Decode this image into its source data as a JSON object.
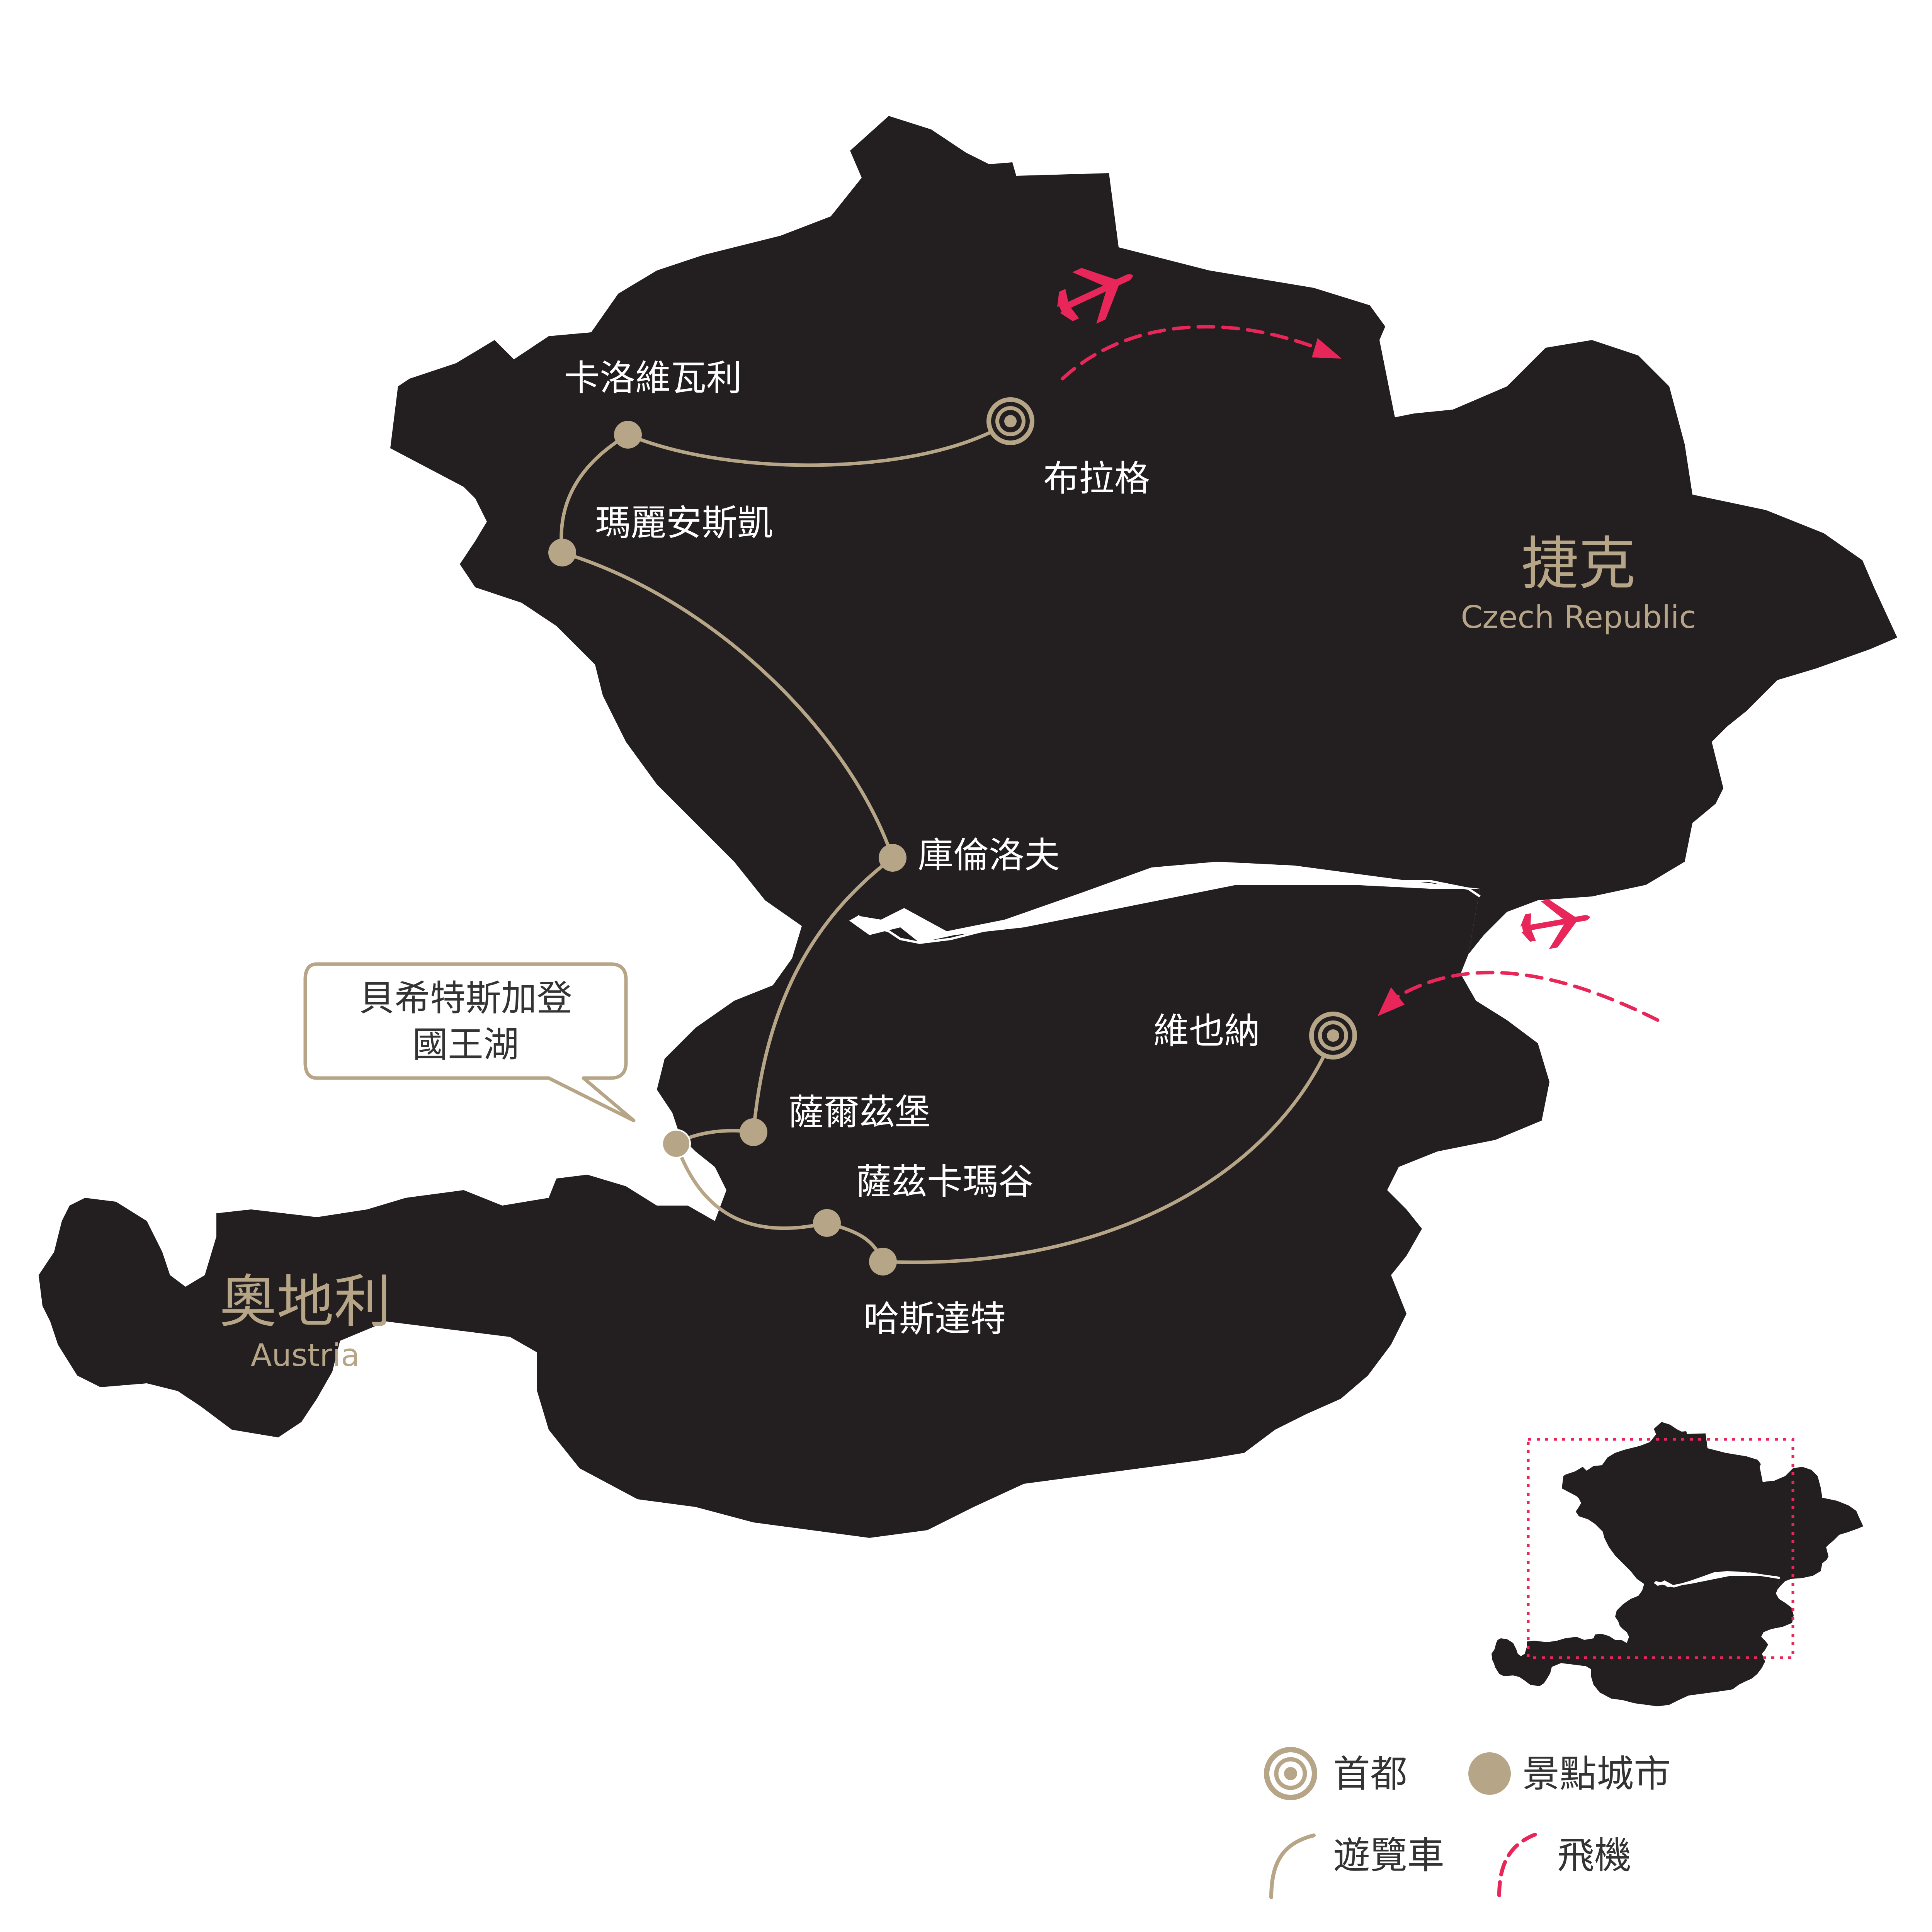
{
  "colors": {
    "land": "#231f20",
    "gold": "#b6a587",
    "red": "#e8265a",
    "border": "#ffffff",
    "text_dark": "#333333"
  },
  "countries": {
    "czech": {
      "name": "捷克",
      "name_en": "Czech Republic"
    },
    "austria": {
      "name": "奧地利",
      "name_en": "Austria"
    }
  },
  "cities": {
    "prague": "布拉格",
    "karlovy_vary": "卡洛維瓦利",
    "marianske_lazne": "瑪麗安斯凱",
    "cesky_krumlov": "庫倫洛夫",
    "vienna": "維也納",
    "salzburg": "薩爾茲堡",
    "salzkammergut": "薩茲卡瑪谷",
    "hallstatt": "哈斯達特"
  },
  "callout": {
    "line1": "貝希特斯加登",
    "line2": "國王湖"
  },
  "legend": {
    "capital": "首都",
    "scenic_city": "景點城市",
    "coach": "遊覽車",
    "flight": "飛機"
  },
  "icons": {
    "capital": "concentric-circle-icon",
    "city": "filled-circle-icon",
    "flight": "airplane-icon"
  }
}
